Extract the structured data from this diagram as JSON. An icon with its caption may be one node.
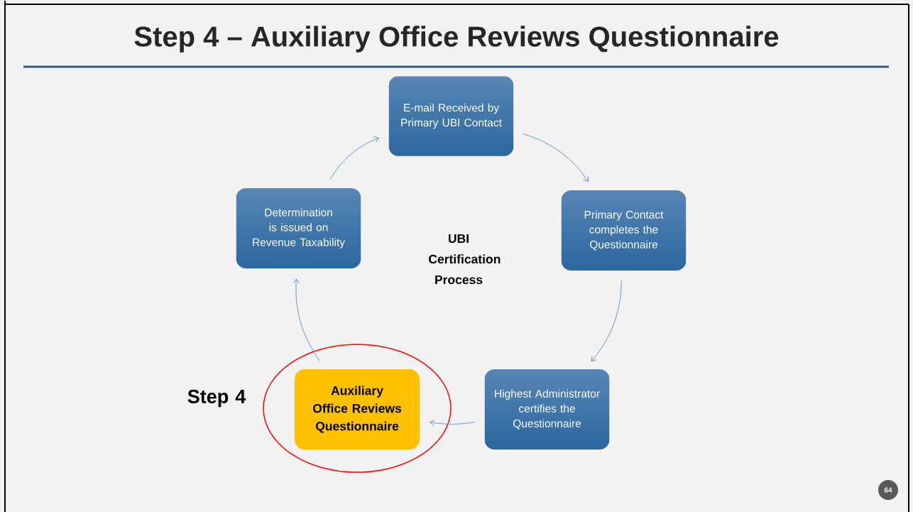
{
  "diagram": {
    "title": "Step 4 – Auxiliary Office Reviews Questionnaire",
    "nodes": [
      {
        "text": [
          "E-mail Received by Primary UBI Contact"
        ]
      },
      {
        "text": [
          "Primary Contact completes the Questionnaire"
        ]
      },
      {
        "text": [
          "Highest Administrator certifies the Questionnaire"
        ]
      },
      {
        "text": [
          "Auxiliary Office Reviews Questionnaire"
        ]
      },
      {
        "text": [
          "Determination is issued on Revenue Taxability"
        ]
      },
      {
        "text": [
          "64"
        ]
      }
    ],
    "edges": [
      {
        "from": 0,
        "to": 1,
        "arrow": "to"
      },
      {
        "from": 1,
        "to": 2,
        "arrow": "to"
      },
      {
        "from": 2,
        "to": 3,
        "arrow": "to"
      },
      {
        "from": 3,
        "to": 4,
        "arrow": "to"
      },
      {
        "from": 4,
        "to": 0,
        "arrow": "to"
      }
    ],
    "labels": [
      "UBI Certification Process",
      "Step 4"
    ]
  }
}
